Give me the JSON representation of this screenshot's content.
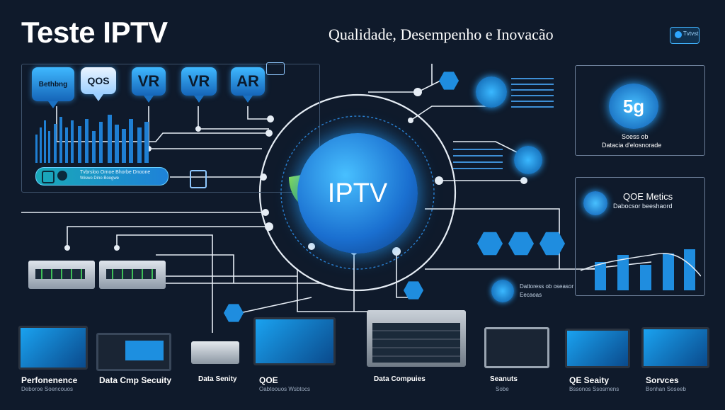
{
  "header": {
    "title": "Teste IPTV",
    "subtitle": "Qualidade, Desempenho e Inovacão",
    "badge": "Tvtvst"
  },
  "callouts": [
    {
      "label": "Bethbng"
    },
    {
      "label": "QOS"
    },
    {
      "label": "VR"
    },
    {
      "label": "VR"
    },
    {
      "label": "AR"
    }
  ],
  "core": {
    "label": "IPTV"
  },
  "left_panel": {
    "status_text": "Tvbrsloo Ornoe Bhorbe Dnoone",
    "status_sub": "Wiswo Dino Boogwe"
  },
  "five_g_panel": {
    "label": "5g",
    "line1": "Soess ob",
    "line2": "Datacia d'elosnorade"
  },
  "qoe_panel": {
    "title": "QOE Metics",
    "subtitle": "Dabocsor beeshaord"
  },
  "mid_labels": {
    "central_caption": "Dattoress ob oseasor",
    "central_caption2": "Eecaoas"
  },
  "bottom_devices": [
    {
      "title": "Perfonenence",
      "sub": "Deboroe Soencouos"
    },
    {
      "title": "Data Cmp Secuity",
      "sub": ""
    },
    {
      "title": "Data Senity",
      "sub": ""
    },
    {
      "title": "QOE",
      "sub": "Oabtoouos Wsbtocs"
    },
    {
      "title": "Data Compuies",
      "sub": ""
    },
    {
      "title": "Seanuts",
      "sub": "Sobe"
    },
    {
      "title": "QE Seaity",
      "sub": "Bssonos Ssosmens"
    },
    {
      "title": "Sorvces",
      "sub": "Bonhan Soseeb"
    }
  ],
  "colors": {
    "background": "#0f1a2b",
    "accent": "#2ea6ff",
    "green": "#5cc230"
  }
}
